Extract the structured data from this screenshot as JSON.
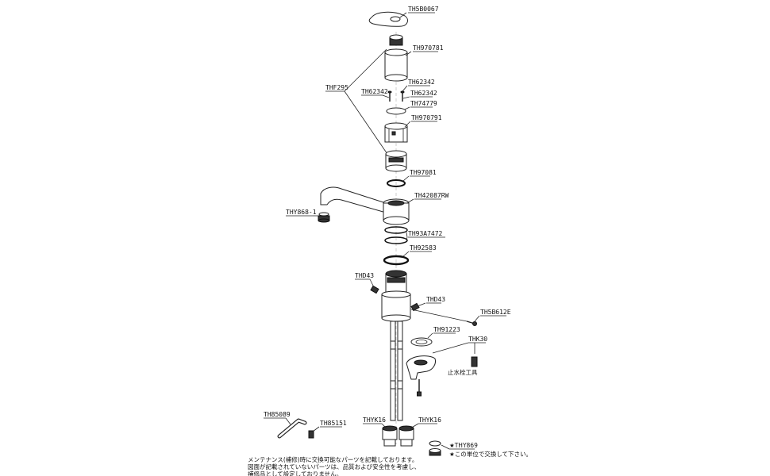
{
  "parts": {
    "th5b0067": "TH5B0067",
    "th970781": "TH970781",
    "thf295": "THF295",
    "th62342_a": "TH62342",
    "th62342_b": "TH62342",
    "th62342_c": "TH62342",
    "th74779": "TH74779",
    "th970791": "TH970791",
    "th97081": "TH97081",
    "th42087rw": "TH42087RW",
    "thy868_1": "THY868-1",
    "th93a7472": "TH93A7472",
    "th92583": "TH92583",
    "thd43_a": "THD43",
    "thd43_b": "THD43",
    "th5b612e": "TH5B612E",
    "th91223": "TH91223",
    "thk30": "THK30",
    "stop_tool": "止水栓工具",
    "th85089": "TH85089",
    "th85151": "TH85151",
    "thyk16_a": "THYK16",
    "thyk16_b": "THYK16",
    "thy869": "★THY869"
  },
  "notes": {
    "star_note": "★この単位で交換して下さい。",
    "line1": "メンテナンス(補修)時に交換可能なパーツを記載しております。",
    "line2": "図面が記載されていないパーツは、品質および安全性を考慮し、",
    "line3": "補修品として設定しておりません。"
  }
}
